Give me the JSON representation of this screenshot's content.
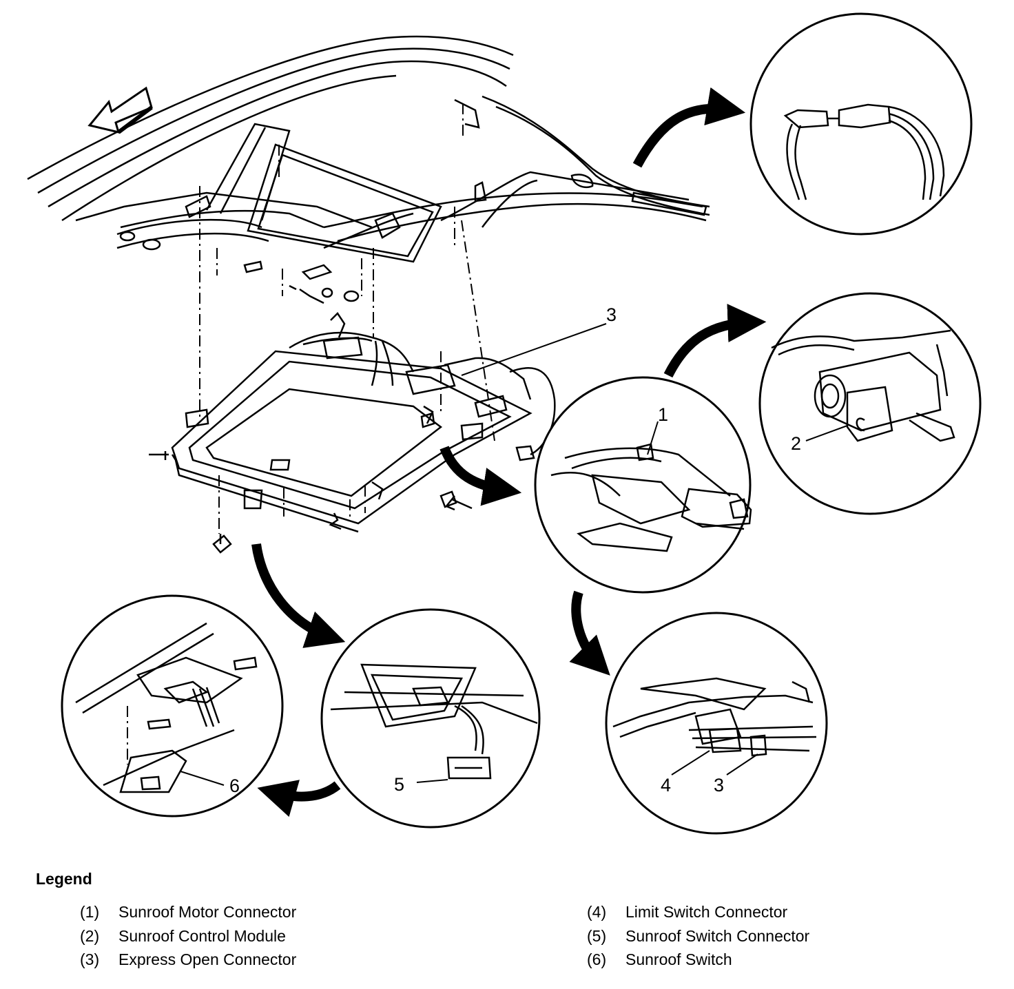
{
  "callouts": {
    "c1": "1",
    "c2": "2",
    "c3_main": "3",
    "c3_detail": "3",
    "c4": "4",
    "c5": "5",
    "c6": "6"
  },
  "legend": {
    "title": "Legend",
    "items": [
      {
        "num": "(1)",
        "label": "Sunroof Motor Connector"
      },
      {
        "num": "(2)",
        "label": "Sunroof Control Module"
      },
      {
        "num": "(3)",
        "label": "Express Open Connector"
      },
      {
        "num": "(4)",
        "label": "Limit Switch Connector"
      },
      {
        "num": "(5)",
        "label": "Sunroof Switch Connector"
      },
      {
        "num": "(6)",
        "label": "Sunroof Switch"
      }
    ]
  }
}
